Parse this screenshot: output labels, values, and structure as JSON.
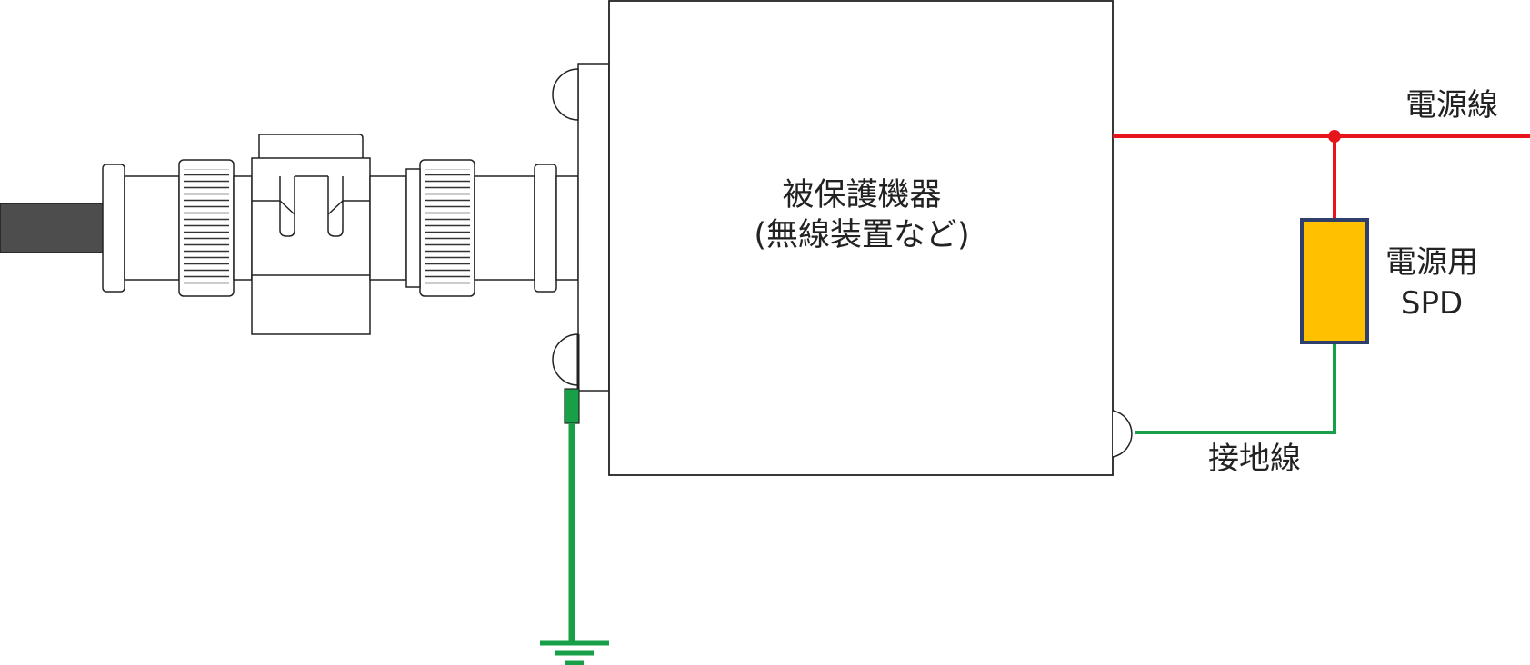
{
  "device": {
    "line1": "被保護機器",
    "line2": "(無線装置など)"
  },
  "labels": {
    "power_line": "電源線",
    "spd_line1": "電源用",
    "spd_line2": "SPD",
    "ground_wire": "接地線"
  },
  "colors": {
    "power_line": "#e8141c",
    "ground_wire": "#17a048",
    "spd_fill": "#ffc000",
    "spd_border": "#2f3f6b",
    "cable": "#4d4d4d",
    "outline": "#1a1a1a"
  }
}
